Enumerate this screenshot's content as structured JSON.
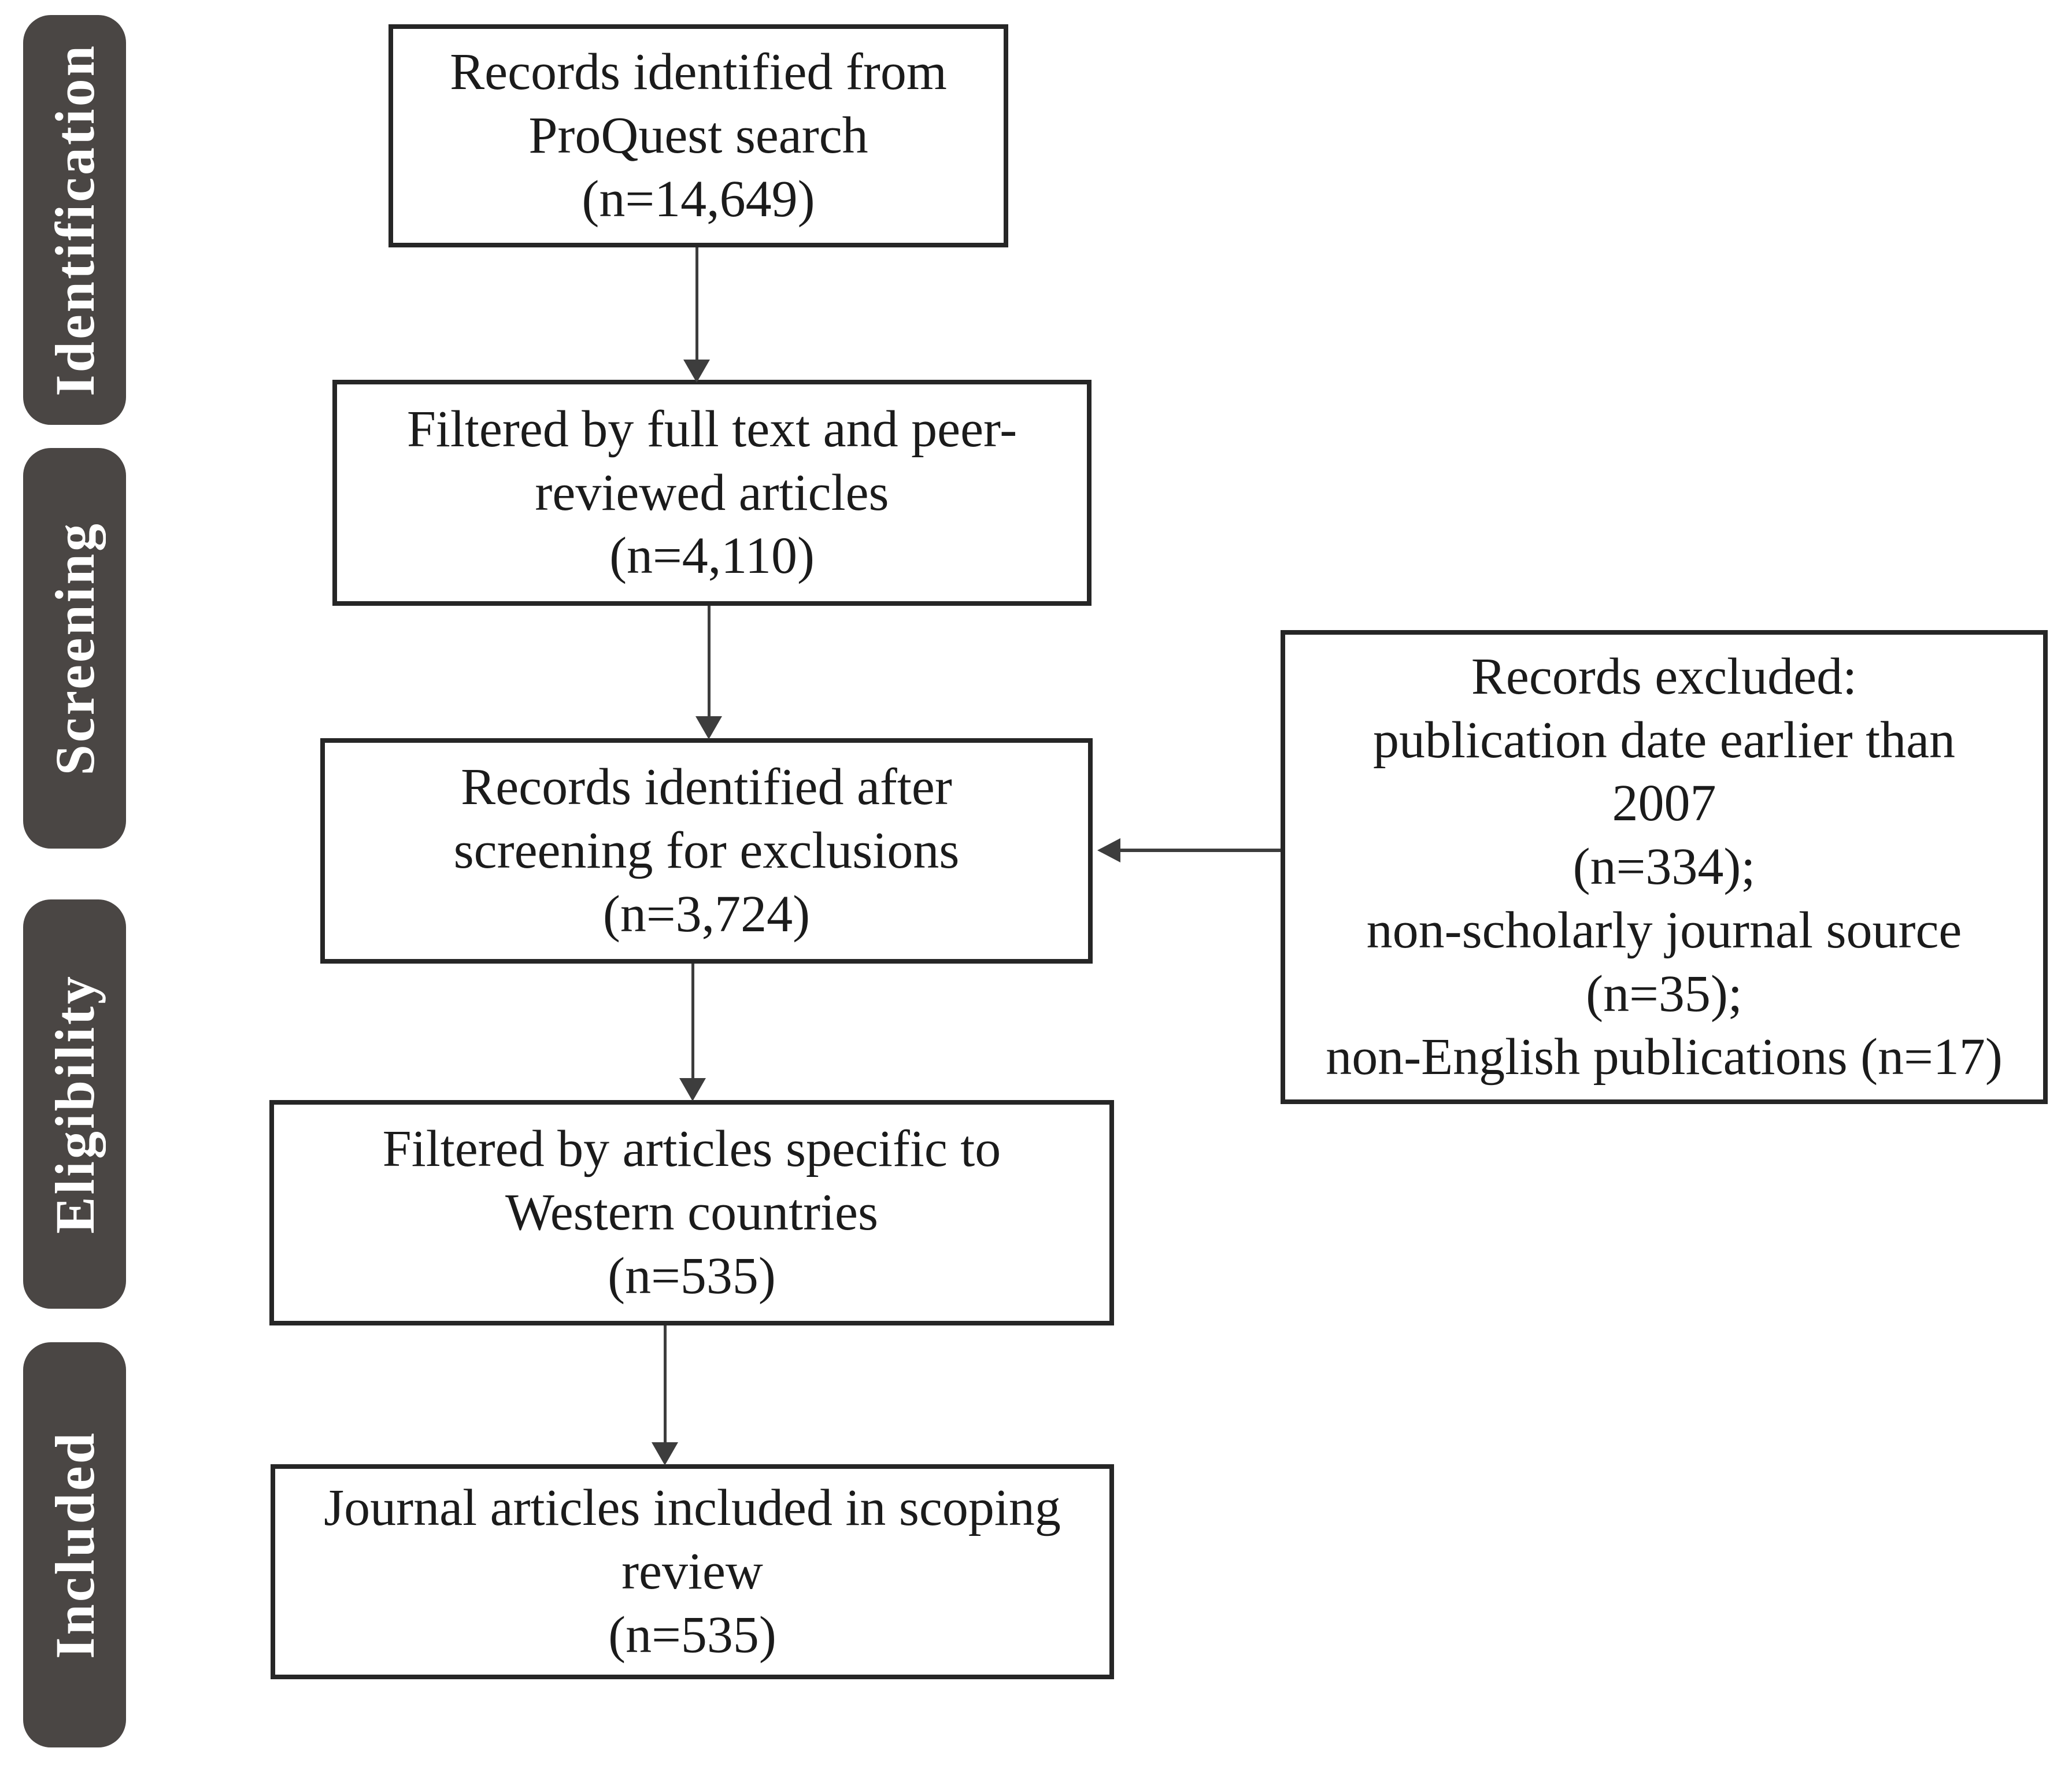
{
  "stages": [
    {
      "label": "Identification"
    },
    {
      "label": "Screening"
    },
    {
      "label": "Eligibility"
    },
    {
      "label": "Included"
    }
  ],
  "flow_boxes": [
    {
      "name": "records-identified",
      "lines": [
        "Records identified from",
        "ProQuest search",
        "(n=14,649)"
      ],
      "n": "14,649"
    },
    {
      "name": "filtered-fulltext-peer-reviewed",
      "lines": [
        "Filtered by full text and peer-",
        "reviewed articles",
        "(n=4,110)"
      ],
      "n": "4,110"
    },
    {
      "name": "records-after-exclusion-screening",
      "lines": [
        "Records identified after",
        "screening for exclusions",
        "(n=3,724)"
      ],
      "n": "3,724"
    },
    {
      "name": "filtered-western-countries",
      "lines": [
        "Filtered by articles specific to",
        "Western countries",
        "(n=535)"
      ],
      "n": "535"
    },
    {
      "name": "included-in-scoping-review",
      "lines": [
        "Journal articles included in scoping",
        "review",
        "(n=535)"
      ],
      "n": "535"
    }
  ],
  "exclusion_box": {
    "lines": [
      "Records excluded:",
      "publication date earlier than",
      "2007",
      "(n=334);",
      "non-scholarly journal source",
      "(n=35);",
      "non-English publications (n=17)"
    ],
    "counts": [
      "334",
      "35",
      "17"
    ]
  },
  "colors": {
    "stage_bg": "#4a4644",
    "stage_text": "#ffffff",
    "box_border": "#262626",
    "box_bg": "#ffffff",
    "arrow": "#3d3d3d",
    "text": "#1b1b1b",
    "page_bg": "#ffffff"
  }
}
